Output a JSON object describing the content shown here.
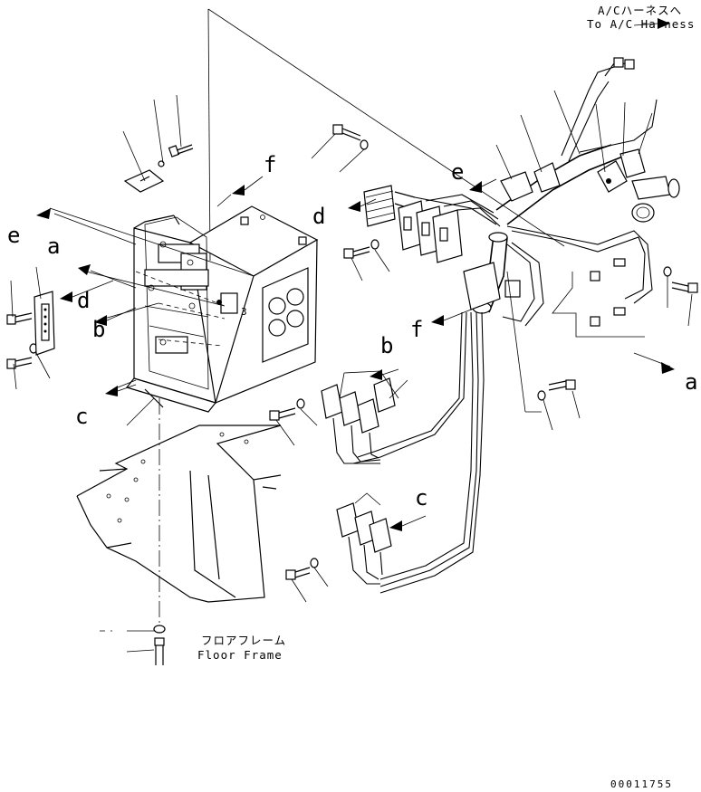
{
  "labels": {
    "a": "a",
    "b": "b",
    "c": "c",
    "d": "d",
    "e": "e",
    "f": "f"
  },
  "notes": {
    "ac_harness_jp": "A/Cハーネスへ",
    "ac_harness_en": "To A/C Harness",
    "floor_frame_jp": "フロアフレーム",
    "floor_frame_en": "Floor Frame"
  },
  "drawing_code": "00011755",
  "detail_mark": "3"
}
